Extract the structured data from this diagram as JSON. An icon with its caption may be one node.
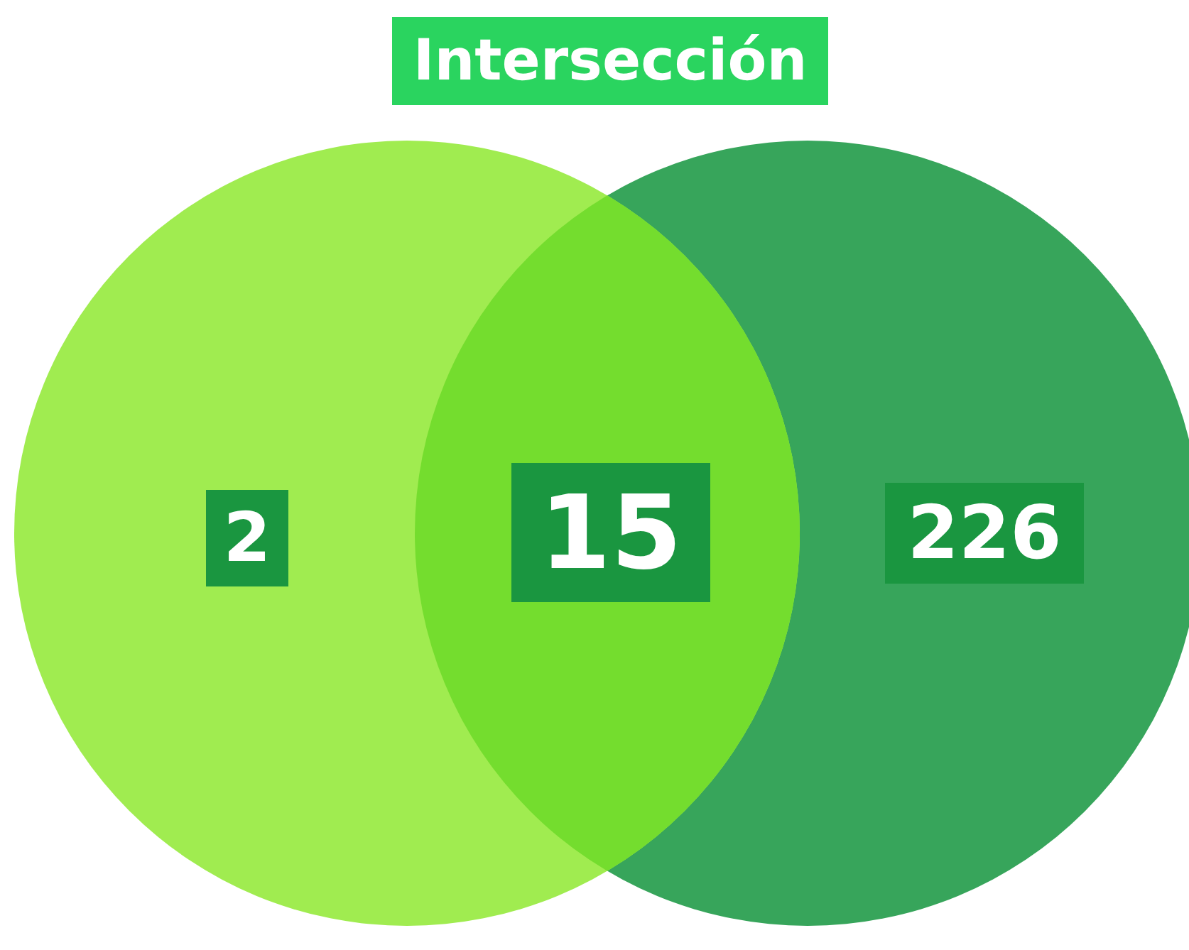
{
  "diagram": {
    "title": "Intersección",
    "nodes": [
      {
        "text": [],
        "shape": "circle"
      },
      {
        "text": [],
        "shape": "circle"
      },
      {
        "text": [
          "2"
        ],
        "in": 0
      },
      {
        "text": [
          "15"
        ]
      },
      {
        "text": [
          "226"
        ],
        "in": 1
      }
    ]
  }
}
